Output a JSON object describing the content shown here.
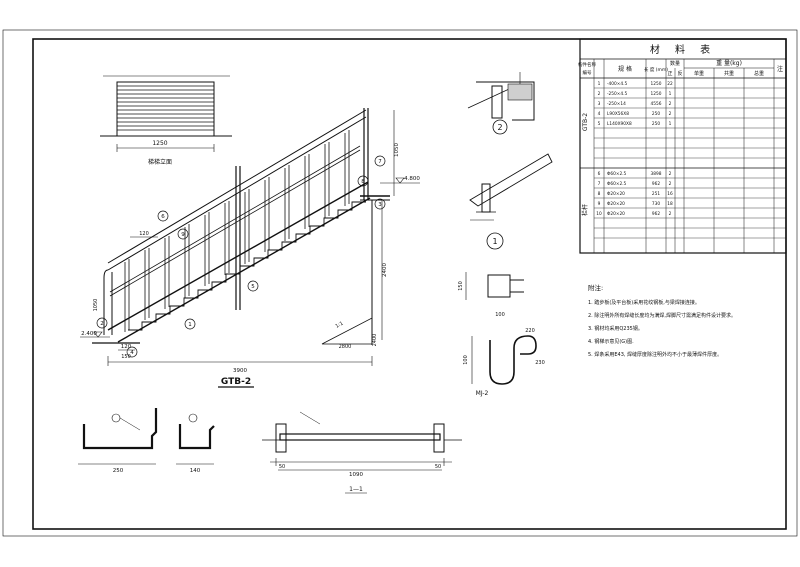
{
  "drawing": {
    "title": "GTB-2",
    "section_label": "1—1",
    "detail_label": "MJ-2",
    "stair_top_view_label": "梯梯立面",
    "callouts": [
      "1",
      "2",
      "3",
      "4",
      "5",
      "6",
      "7",
      "8",
      "9"
    ],
    "detail_circles": [
      "1",
      "2"
    ],
    "dims": {
      "top_view_width": "1250",
      "bottom_total": "3900",
      "left_span": "120",
      "lower_run": "2400",
      "slope_run": "2800",
      "right_height_upper": "1050",
      "right_height_lower": "2400",
      "level_top": "4.800",
      "level_bottom": "2.400",
      "rail_height": "1050",
      "post_gap": "120",
      "tread_pitch": "150",
      "slope_ratio": "1:1",
      "sec_total": "1090",
      "sec_left": "50",
      "sec_a": "50",
      "bar1_width": "250",
      "bar2_width": "140",
      "d_a": "150",
      "d_b": "100",
      "d_c": "220",
      "d_d": "100",
      "d_e": "230"
    }
  },
  "table": {
    "title": "材 料 表",
    "headers": {
      "member": "构件名称",
      "no": "编号",
      "spec": "规 格",
      "length": "长 度 (mm)",
      "qty": "数量",
      "qty_pos": "正",
      "qty_neg": "反",
      "weight": "重 量(kg)",
      "w_unit": "单重",
      "w_total": "共重",
      "w_sum": "总重",
      "note": "注"
    },
    "group1": "GTB-2",
    "group2": "栏杆",
    "rows": [
      {
        "no": "1",
        "spec": "-400×4.5",
        "len": "1250",
        "qty": "22"
      },
      {
        "no": "2",
        "spec": "-250×4.5",
        "len": "1250",
        "qty": "1"
      },
      {
        "no": "3",
        "spec": "-250×14",
        "len": "4556",
        "qty": "2"
      },
      {
        "no": "4",
        "spec": "L90X56X8",
        "len": "250",
        "qty": "2"
      },
      {
        "no": "5",
        "spec": "L140X90X8",
        "len": "250",
        "qty": "1"
      },
      {
        "no": "6",
        "spec": "Φ60×2.5",
        "len": "3898",
        "qty": "2"
      },
      {
        "no": "7",
        "spec": "Φ60×2.5",
        "len": "962",
        "qty": "2"
      },
      {
        "no": "8",
        "spec": "Φ20×20",
        "len": "251",
        "qty": "16"
      },
      {
        "no": "9",
        "spec": "Φ20×20",
        "len": "730",
        "qty": "18"
      },
      {
        "no": "10",
        "spec": "Φ20×20",
        "len": "962",
        "qty": "2"
      }
    ]
  },
  "notes": {
    "title": "附注:",
    "items": [
      "1. 踏步板(及平台板)采用花纹钢板,与梁焊接连接。",
      "2. 除注明外所有焊缝长度均为满焊,焊脚尺寸需满足构件设计要求。",
      "3. 钢材均采用Q235钢。",
      "4. 钢梯示意见(G)图.",
      "5. 焊条采用E43, 焊缝厚度除注明外均不小于最薄焊件厚度。"
    ]
  }
}
